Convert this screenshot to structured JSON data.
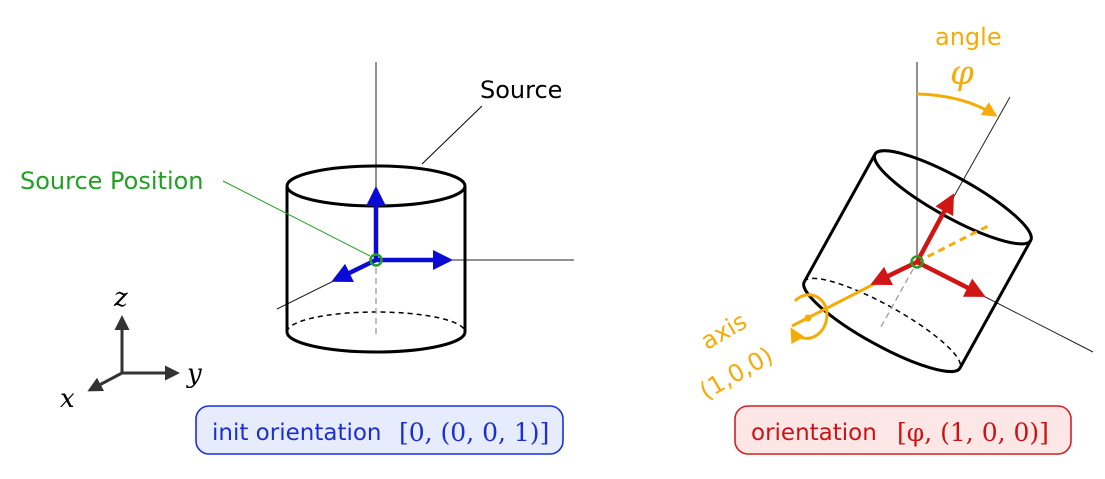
{
  "labels": {
    "source": "Source",
    "source_position": "Source Position",
    "angle": "angle",
    "phi": "φ",
    "axis_word": "axis",
    "axis_value": "(1,0,0)"
  },
  "triad": {
    "x": "x",
    "y": "y",
    "z": "z"
  },
  "boxes": {
    "init": {
      "text": "init orientation",
      "math": "[0, (0, 0, 1)]"
    },
    "orient": {
      "text": "orientation",
      "math": "[φ, (1, 0, 0)]"
    }
  },
  "colors": {
    "init_arrows": "#0b0bd6",
    "orient_arrows": "#d01515",
    "source_position": "#22a022",
    "angle_axis": "#f5ac08",
    "init_box_fill": "#e7ecfc",
    "init_box_border": "#1a2fe0",
    "init_box_text": "#1a2fd0",
    "orient_box_fill": "#fde6e6",
    "orient_box_border": "#d42020",
    "orient_box_text": "#c81414"
  }
}
